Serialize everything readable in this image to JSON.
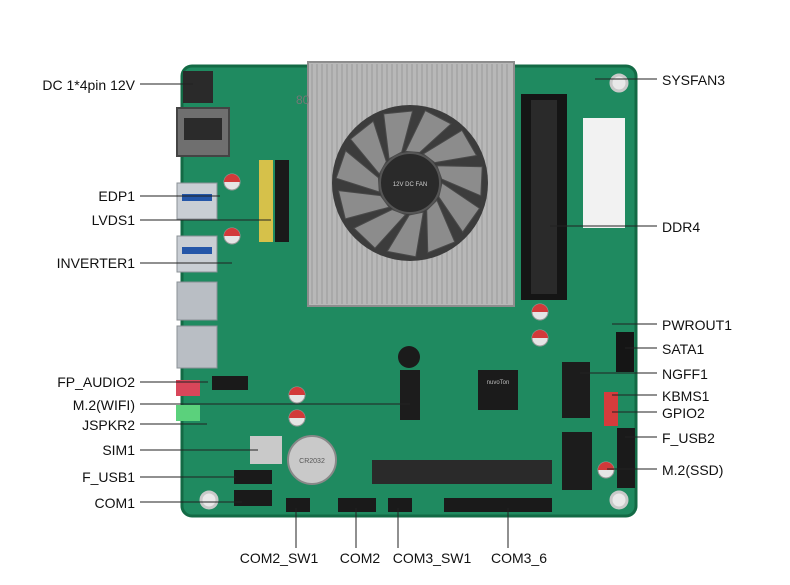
{
  "labels": {
    "left": [
      "DC 1*4pin 12V",
      "EDP1",
      "LVDS1",
      "INVERTER1",
      "FP_AUDIO2",
      "M.2(WIFI)",
      "JSPKR2",
      "SIM1",
      "F_USB1",
      "COM1"
    ],
    "right": [
      "SYSFAN3",
      "DDR4",
      "PWROUT1",
      "SATA1",
      "NGFF1",
      "KBMS1",
      "GPIO2",
      "F_USB2",
      "M.2(SSD)"
    ],
    "bottom": [
      "COM2_SW1",
      "COM2",
      "COM3_SW1",
      "COM3_6"
    ]
  },
  "board_text": {
    "silk_number": "80",
    "chip_brand": "nuvoTon",
    "battery_brand": "CR2032",
    "fan_model": "12V DC FAN"
  },
  "colors": {
    "pcb": "#1f8a60",
    "pcb_dark": "#17704d",
    "heatsink": "#b8b8b8",
    "fan": "#3c3c3c",
    "leader": "#222222"
  }
}
